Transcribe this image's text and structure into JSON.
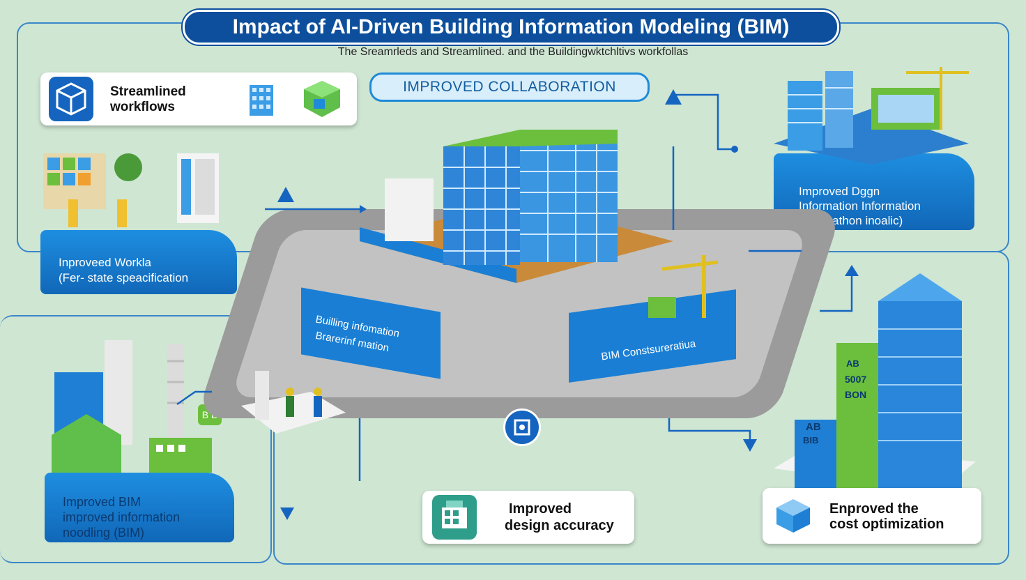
{
  "title": "Impact of AI-Driven Building Information Modeling (BIM)",
  "subtitle": "The Sreamrleds and Streamlined. and the Buildingwktchltivs workfollas",
  "collab_pill": "IMPROVED COLLABORATION",
  "cards": {
    "streamlined": {
      "line1": "Streamlined",
      "line2": "workflows"
    },
    "design_accuracy": {
      "line1": "Improved",
      "line2": "design accuracy"
    },
    "cost": {
      "line1": "Enproved the",
      "line2": "cost optimization"
    }
  },
  "panels": {
    "top_right": {
      "line1": "Improved Dggn",
      "line2": "Information Information",
      "line3": "Informathon inoalic)"
    },
    "mid_left": {
      "line1": "Inproveed Workla",
      "line2": "(Fer- state speacification"
    },
    "bottom_left": {
      "line1": "Improved BIM",
      "line2": "improved information",
      "line3": "noodling (BIM)"
    }
  },
  "platform_labels": {
    "left": {
      "line1": "Builling infomation",
      "line2": "Brarerinf mation"
    },
    "right": "BIM Constsureratiua"
  },
  "bar_labels": {
    "short_bar": {
      "line1": "AB",
      "line2": "BIB"
    },
    "mid_bar": {
      "line1": "AB",
      "line2": "5007",
      "line3": "BON"
    }
  },
  "small_labels": {
    "left_sign": "B B"
  },
  "colors": {
    "background": "#cfe6d3",
    "primary_blue": "#1167b8",
    "title_navy": "#0d4f9c",
    "accent_green": "#6cbf3c"
  }
}
